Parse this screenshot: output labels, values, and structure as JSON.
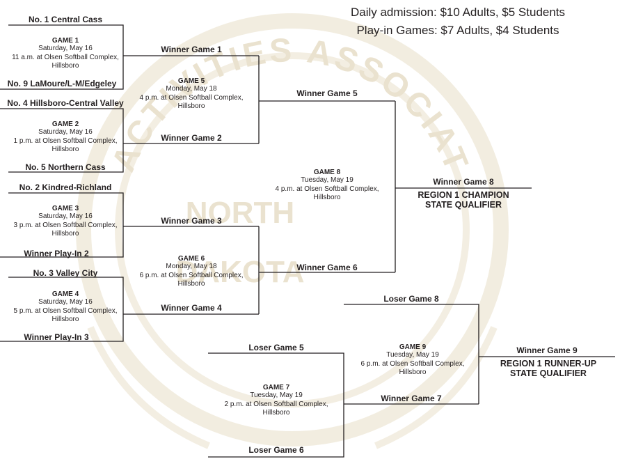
{
  "admission": {
    "daily": "Daily admission: $10 Adults, $5 Students",
    "playin": "Play-in Games: $7 Adults, $4 Students"
  },
  "watermark": {
    "top": "ACTIVITIES ASSOCIATION",
    "line1": "NORTH",
    "line2": "DAKOTA",
    "color": "#eae2cf"
  },
  "teams": {
    "t1": "No. 1 Central Cass",
    "t9": "No. 9 LaMoure/L-M/Edgeley",
    "t4": "No. 4 Hillsboro-Central Valley",
    "t5": "No. 5 Northern Cass",
    "t2": "No. 2 Kindred-Richland",
    "wp2": "Winner Play-In 2",
    "t3": "No. 3 Valley City",
    "wp3": "Winner Play-In 3"
  },
  "games": {
    "g1": {
      "name": "GAME 1",
      "day": "Saturday, May 16",
      "time": "11 a.m. at Olsen Softball Complex,",
      "city": "Hillsboro"
    },
    "g2": {
      "name": "GAME 2",
      "day": "Saturday, May 16",
      "time": "1 p.m. at Olsen Softball Complex,",
      "city": "Hillsboro"
    },
    "g3": {
      "name": "GAME 3",
      "day": "Saturday, May 16",
      "time": "3 p.m. at Olsen Softball Complex,",
      "city": "Hillsboro"
    },
    "g4": {
      "name": "GAME 4",
      "day": "Saturday, May 16",
      "time": "5 p.m. at Olsen Softball Complex,",
      "city": "Hillsboro"
    },
    "g5": {
      "name": "GAME 5",
      "day": "Monday, May 18",
      "time": "4 p.m. at Olsen Softball Complex,",
      "city": "Hillsboro"
    },
    "g6": {
      "name": "GAME 6",
      "day": "Monday, May 18",
      "time": "6 p.m. at Olsen Softball Complex,",
      "city": "Hillsboro"
    },
    "g7": {
      "name": "GAME 7",
      "day": "Tuesday, May 19",
      "time": "2 p.m. at Olsen Softball Complex,",
      "city": "Hillsboro"
    },
    "g8": {
      "name": "GAME 8",
      "day": "Tuesday, May 19",
      "time": "4 p.m. at Olsen Softball Complex,",
      "city": "Hillsboro"
    },
    "g9": {
      "name": "GAME 9",
      "day": "Tuesday, May 19",
      "time": "6 p.m. at Olsen Softball Complex,",
      "city": "Hillsboro"
    }
  },
  "slots": {
    "w1": "Winner Game 1",
    "w2": "Winner Game 2",
    "w3": "Winner Game 3",
    "w4": "Winner Game 4",
    "w5": "Winner Game 5",
    "w6": "Winner Game 6",
    "w8": "Winner Game 8",
    "w9": "Winner Game 9",
    "l5": "Loser Game 5",
    "l6": "Loser Game 6",
    "l8": "Loser Game 8",
    "w7": "Winner Game 7"
  },
  "results": {
    "champ1": "REGION 1 CHAMPION",
    "champ2": "STATE QUALIFIER",
    "runner1": "REGION 1 RUNNER-UP",
    "runner2": "STATE QUALIFIER"
  }
}
